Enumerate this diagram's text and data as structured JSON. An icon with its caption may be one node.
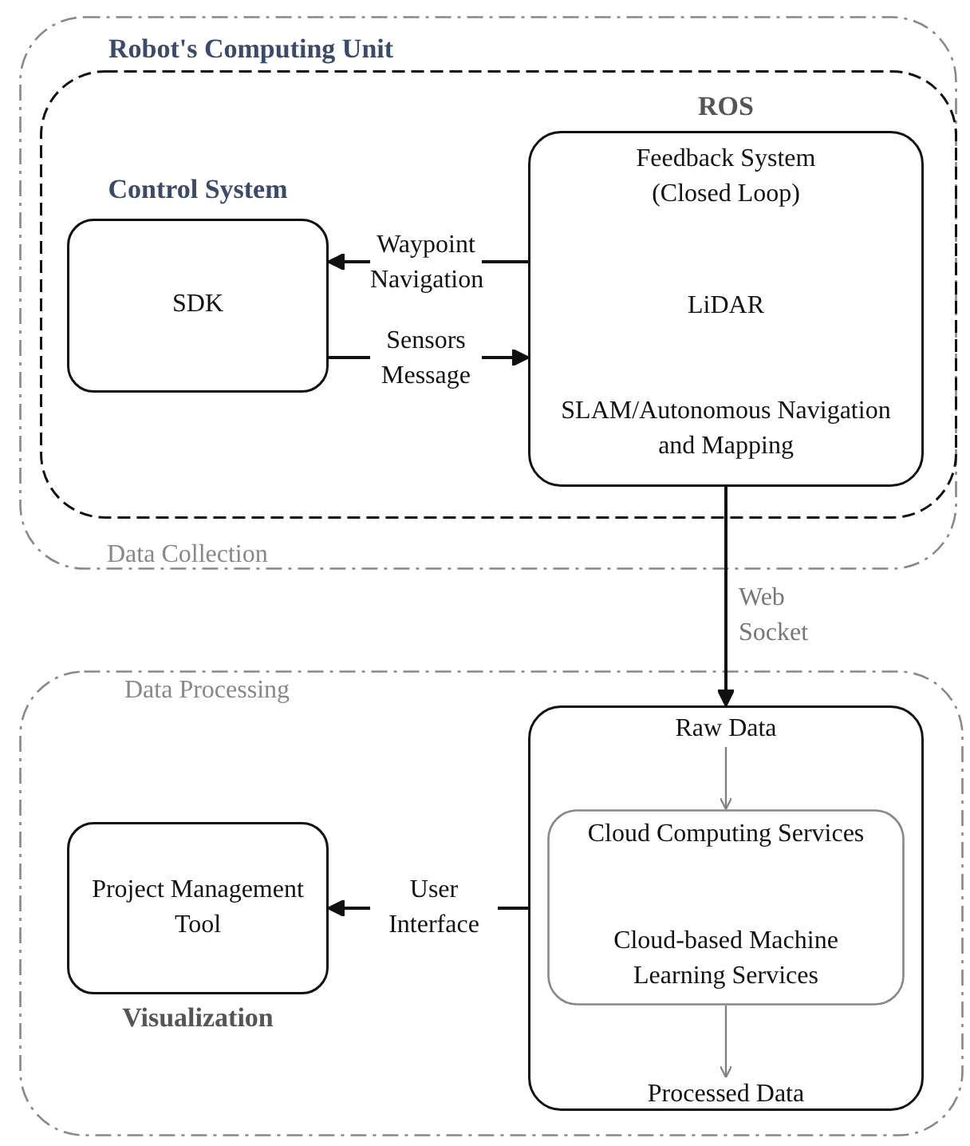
{
  "diagram": {
    "nodes": [
      {
        "text": [
          "Data Collection"
        ]
      },
      {
        "text": [
          "Robot's Computing Unit"
        ],
        "in": 0
      },
      {
        "text": [
          "Control System",
          "SDK"
        ],
        "in": 1
      },
      {
        "text": [
          "ROS",
          "Feedback System (Closed Loop)",
          "LiDAR",
          "SLAM/Autonomous Navigation and Mapping"
        ],
        "in": 1
      },
      {
        "text": [
          "Data Processing"
        ]
      },
      {
        "text": [],
        "shape": "box",
        "in": 4
      },
      {
        "text": [
          "Raw Data"
        ],
        "in": 5
      },
      {
        "text": [
          "Cloud Computing Services",
          "Cloud-based Machine Learning Services"
        ],
        "in": 5
      },
      {
        "text": [
          "Processed Data"
        ],
        "in": 5
      },
      {
        "text": [
          "Project Management Tool",
          "Visualization"
        ],
        "in": 4
      }
    ],
    "edges": [
      {
        "from": 3,
        "to": 2,
        "arrow": "to",
        "label": "Waypoint Navigation"
      },
      {
        "from": 2,
        "to": 3,
        "arrow": "to",
        "label": "Sensors Message"
      },
      {
        "from": 3,
        "to": 5,
        "arrow": "to",
        "label": "Web Socket"
      },
      {
        "from": 6,
        "to": 7,
        "arrow": "to",
        "color": "#808080"
      },
      {
        "from": 7,
        "to": 8,
        "arrow": "to",
        "color": "#808080"
      },
      {
        "from": 5,
        "to": 9,
        "arrow": "to",
        "label": "User Interface"
      }
    ]
  }
}
